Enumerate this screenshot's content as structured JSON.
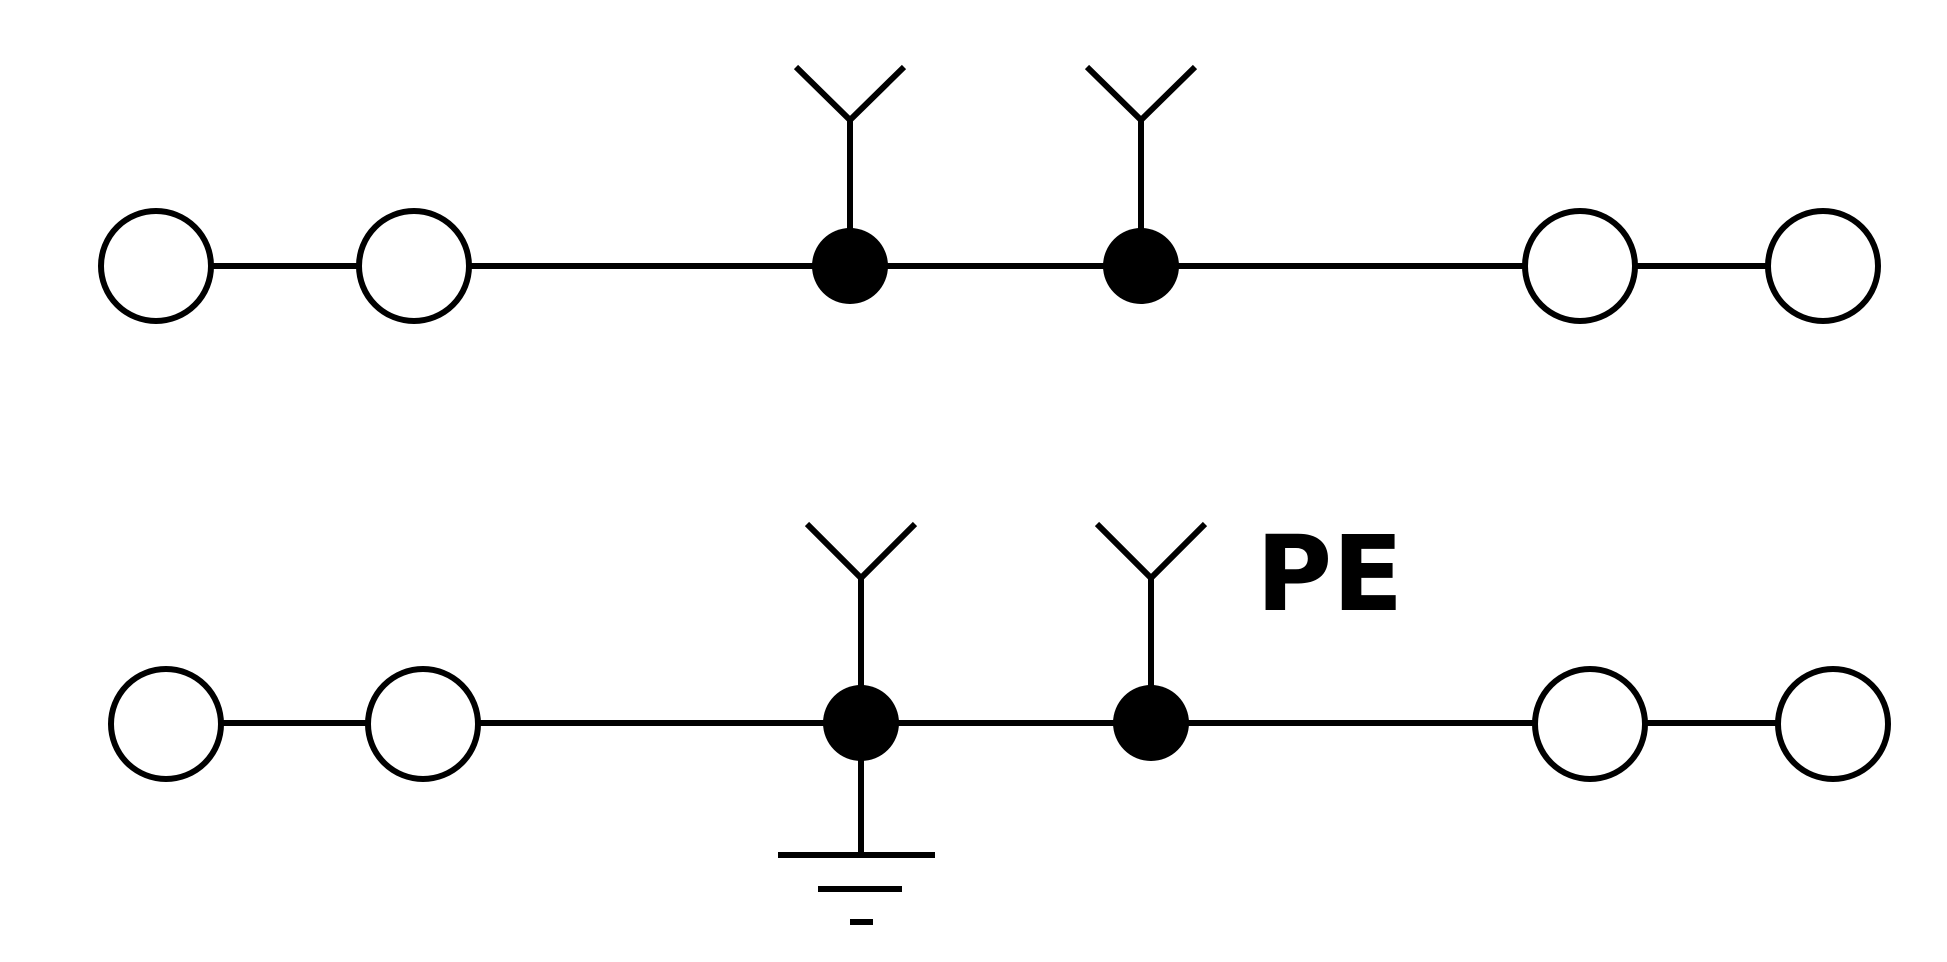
{
  "diagram": {
    "label": "PE",
    "colors": {
      "stroke": "#000000",
      "fill_dot": "#000000",
      "fill_terminal": "#ffffff",
      "background": "#ffffff"
    },
    "rows": [
      {
        "id": "row-top",
        "terminals": 4,
        "junctions": 2,
        "junction_symbol": "plug-socket-icon",
        "ground": false
      },
      {
        "id": "row-bottom-pe",
        "terminals": 4,
        "junctions": 2,
        "junction_symbol": "plug-socket-icon",
        "ground": true,
        "ground_symbol": "ground-icon"
      }
    ]
  }
}
